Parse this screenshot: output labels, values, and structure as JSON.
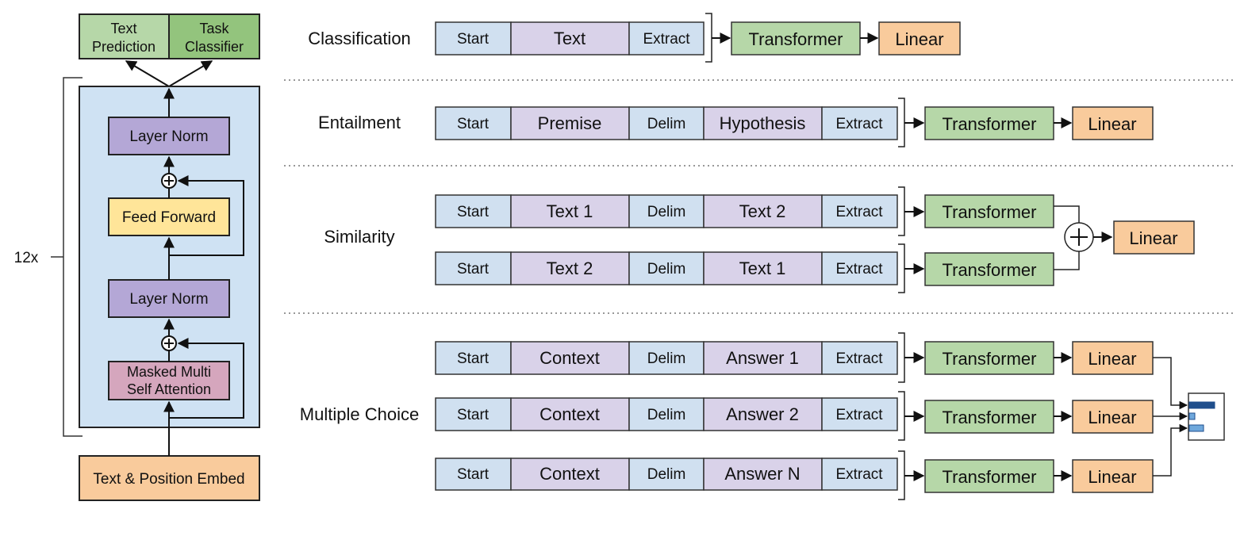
{
  "colors": {
    "green": "#b6d7a8",
    "dark_green": "#93c47d",
    "blue": "#cfe2f3",
    "light_blue": "#d0e0f0",
    "purple": "#b4a7d6",
    "light_purple": "#d9d2e9",
    "yellow": "#ffe599",
    "pink": "#d5a6bd",
    "orange": "#f9cb9c",
    "bar": "#1f4e8c",
    "bar_light": "#6fa8dc"
  },
  "left": {
    "out_text": [
      "Text",
      "Prediction"
    ],
    "out_task": [
      "Task",
      "Classifier"
    ],
    "layer_norm_top": "Layer Norm",
    "feed_forward": "Feed Forward",
    "layer_norm_bottom": "Layer Norm",
    "attention": [
      "Masked Multi",
      "Self Attention"
    ],
    "embed": "Text & Position Embed",
    "repeat": "12x"
  },
  "tasks": {
    "classification": {
      "label": "Classification",
      "tokens": [
        "Start",
        "Text",
        "Extract"
      ],
      "transformer": "Transformer",
      "linear": "Linear"
    },
    "entailment": {
      "label": "Entailment",
      "tokens": [
        "Start",
        "Premise",
        "Delim",
        "Hypothesis",
        "Extract"
      ],
      "transformer": "Transformer",
      "linear": "Linear"
    },
    "similarity": {
      "label": "Similarity",
      "rows": [
        [
          "Start",
          "Text 1",
          "Delim",
          "Text 2",
          "Extract"
        ],
        [
          "Start",
          "Text 2",
          "Delim",
          "Text 1",
          "Extract"
        ]
      ],
      "transformer": "Transformer",
      "linear": "Linear"
    },
    "multiple_choice": {
      "label": "Multiple Choice",
      "rows": [
        [
          "Start",
          "Context",
          "Delim",
          "Answer 1",
          "Extract"
        ],
        [
          "Start",
          "Context",
          "Delim",
          "Answer 2",
          "Extract"
        ],
        [
          "Start",
          "Context",
          "Delim",
          "Answer N",
          "Extract"
        ]
      ],
      "transformer": "Transformer",
      "linear": "Linear"
    }
  }
}
